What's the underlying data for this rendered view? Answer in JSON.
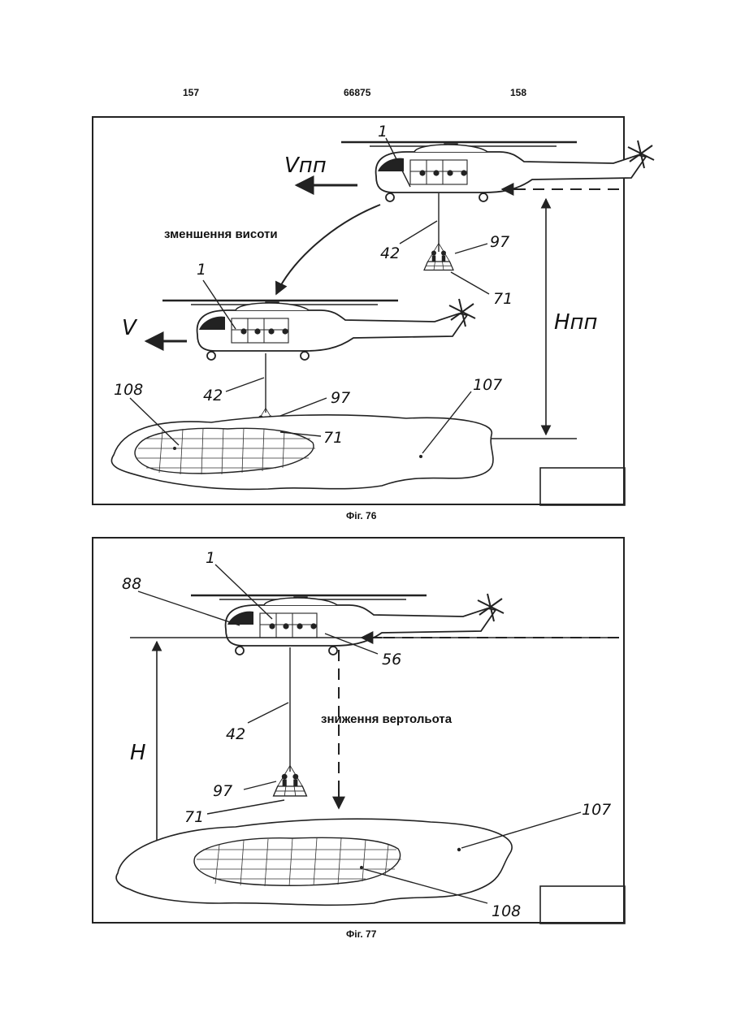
{
  "header": {
    "page_left": "157",
    "doc_number": "66875",
    "page_right": "158"
  },
  "fig76": {
    "caption": "Фіг. 76",
    "text_reduce_height": "зменшення висоти",
    "label_vpp": "Vпп",
    "label_v": "V",
    "label_hpp": "Hпп",
    "labels": {
      "heli_top": "1",
      "cable_top": "42",
      "crew_top": "97",
      "basket_top": "71",
      "heli_bottom": "1",
      "cable_bottom": "42",
      "crew_bottom": "97",
      "basket_bottom": "71",
      "zone": "108",
      "spill": "107"
    }
  },
  "fig77": {
    "caption": "Фіг. 77",
    "text_descent": "зниження вертольота",
    "label_h": "H",
    "labels": {
      "heli": "1",
      "cabin": "88",
      "door": "56",
      "cable": "42",
      "crew": "97",
      "basket": "71",
      "spill": "107",
      "zone": "108"
    }
  }
}
